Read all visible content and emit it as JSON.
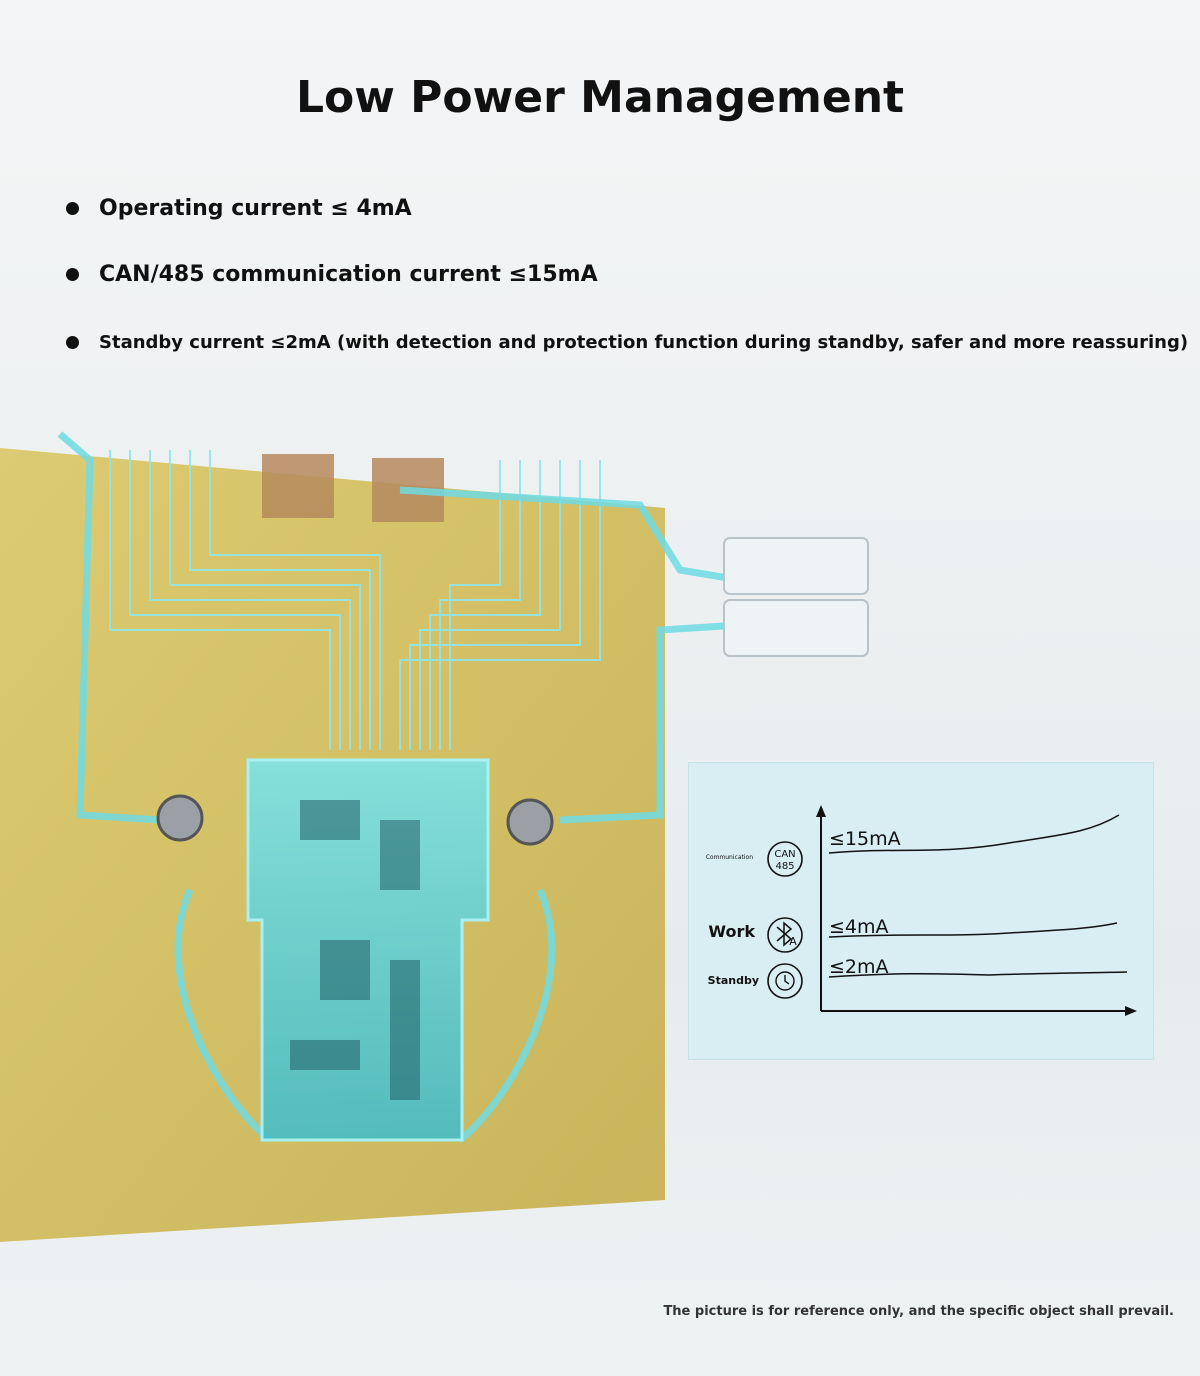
{
  "header": {
    "title": "Low Power Management"
  },
  "bullets": [
    {
      "text": "Operating current ≤ 4mA"
    },
    {
      "text": "CAN/485 communication current ≤15mA"
    },
    {
      "text": "Standby current ≤2mA (with detection and protection function during standby, safer and more reassuring)"
    }
  ],
  "chart_panel": {
    "rows": [
      {
        "side_label": "Communication",
        "badge": "CAN\n485",
        "badge_line1": "CAN",
        "badge_line2": "485",
        "icon": "can-485-icon",
        "level_label": "≤15mA"
      },
      {
        "side_label": "Work",
        "icon": "bluetooth-a-icon",
        "badge_letter": "A",
        "level_label": "≤4mA"
      },
      {
        "side_label": "Standby",
        "icon": "clock-history-icon",
        "level_label": "≤2mA"
      }
    ]
  },
  "footer": {
    "note": "The picture is for reference only, and the specific object shall prevail."
  },
  "colors": {
    "board": "#d6c269",
    "circuit": "#5fd6e0",
    "panel_bg": "#d8eef2",
    "text": "#111111"
  }
}
